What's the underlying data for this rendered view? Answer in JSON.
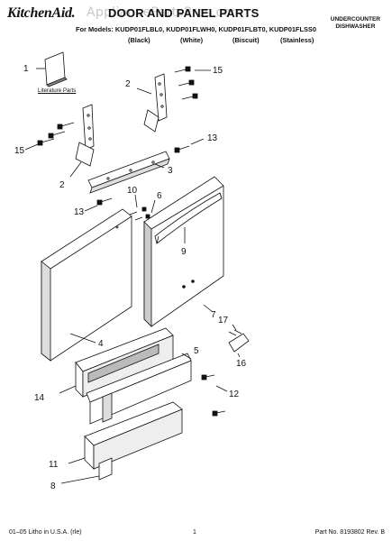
{
  "header": {
    "brand": "KitchenAid.",
    "title": "DOOR AND PANEL PARTS",
    "watermark": "AppliancePartsPros.com",
    "product_line1": "UNDERCOUNTER",
    "product_line2": "DISHWASHER",
    "models_label": "For Models: KUDP01FLBL0, KUDP01FLWH0, KUDP01FLBT0, KUDP01FLSS0",
    "colors": [
      "(Black)",
      "(White)",
      "(Biscuit)",
      "(Stainless)"
    ]
  },
  "callouts": [
    "1",
    "2",
    "15",
    "2",
    "15",
    "13",
    "3",
    "10",
    "6",
    "13",
    "9",
    "7",
    "4",
    "17",
    "5",
    "16",
    "14",
    "12",
    "11",
    "8"
  ],
  "literature_label": "Literature Parts",
  "footer": {
    "left": "01–05 Litho in U.S.A. (rle)",
    "center": "1",
    "right": "Part No. 8193802 Rev. B"
  }
}
